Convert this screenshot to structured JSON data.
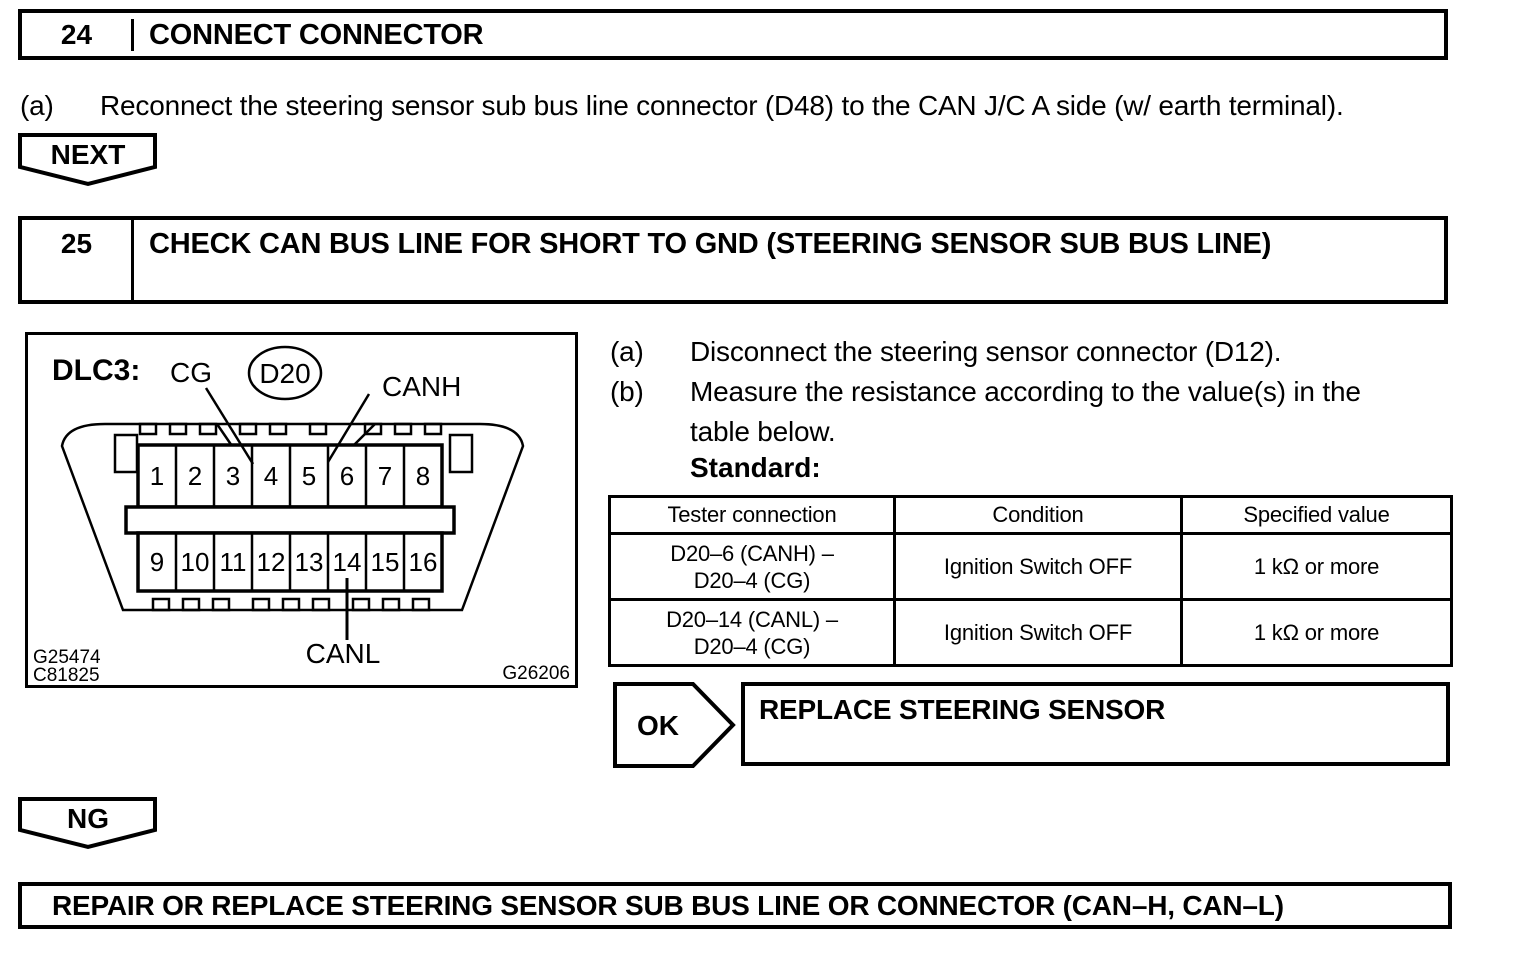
{
  "steps": [
    {
      "number": "24",
      "title": "CONNECT CONNECTOR"
    },
    {
      "number": "25",
      "title": "CHECK CAN BUS LINE FOR SHORT TO GND (STEERING SENSOR SUB BUS LINE)"
    }
  ],
  "step24_instruction": {
    "label": "(a)",
    "text": "Reconnect the steering sensor sub bus line connector (D48) to the CAN J/C A side (w/ earth terminal)."
  },
  "next_label": "NEXT",
  "figure": {
    "title": "DLC3:",
    "connector_id": "D20",
    "cg_label": "CG",
    "canh_label": "CANH",
    "canl_label": "CANL",
    "pins_top": [
      "1",
      "2",
      "3",
      "4",
      "5",
      "6",
      "7",
      "8"
    ],
    "pins_bottom": [
      "9",
      "10",
      "11",
      "12",
      "13",
      "14",
      "15",
      "16"
    ],
    "codes": {
      "left1": "G25474",
      "left2": "C81825",
      "right": "G26206"
    }
  },
  "step25_instructions": {
    "a": {
      "label": "(a)",
      "line1": "Disconnect the steering sensor connector (D12)."
    },
    "b": {
      "label": "(b)",
      "line1": "Measure the resistance according to the value(s) in the",
      "line2": "table below."
    }
  },
  "standard_label": "Standard:",
  "table": {
    "headers": [
      "Tester connection",
      "Condition",
      "Specified value"
    ],
    "rows": [
      {
        "tester_line1": "D20–6 (CANH) –",
        "tester_line2": "D20–4 (CG)",
        "condition": "Ignition Switch OFF",
        "value": "1 kΩ or more"
      },
      {
        "tester_line1": "D20–14 (CANL) –",
        "tester_line2": "D20–4 (CG)",
        "condition": "Ignition Switch OFF",
        "value": "1 kΩ or more"
      }
    ]
  },
  "ok_label": "OK",
  "ok_action": "REPLACE STEERING SENSOR",
  "ng_label": "NG",
  "ng_action": "REPAIR OR REPLACE STEERING SENSOR SUB BUS LINE OR CONNECTOR (CAN–H, CAN–L)"
}
